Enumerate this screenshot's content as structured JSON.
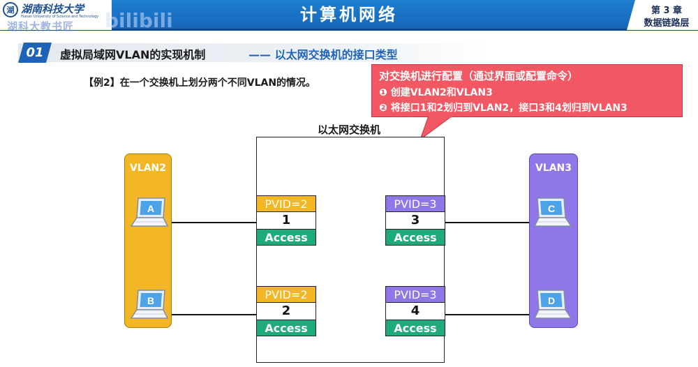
{
  "header": {
    "logo_emblem": "湖",
    "logo_cn": "湖南科技大学",
    "logo_en": "Hunan University of Science and Technology",
    "watermark": "湖科大教书匠",
    "watermark_logo": "bilibili",
    "title": "计算机网络",
    "chapter_num": "第 3 章",
    "chapter_name": "数据链路层"
  },
  "section": {
    "number": "01",
    "title": "虚拟局域网VLAN的实现机制",
    "subtitle": "—— 以太网交换机的接口类型"
  },
  "example": "【例2】在一个交换机上划分两个不同VLAN的情况。",
  "callout": {
    "line1": "对交换机进行配置（通过界面或配置命令）",
    "line2": "❶  创建VLAN2和VLAN3",
    "line3": "❷  将接口1和2划归到VLAN2，接口3和4划归到VLAN3"
  },
  "switch": {
    "label": "以太网交换机",
    "ports": [
      {
        "pvid": "PVID=2",
        "number": "1",
        "mode": "Access"
      },
      {
        "pvid": "PVID=2",
        "number": "2",
        "mode": "Access"
      },
      {
        "pvid": "PVID=3",
        "number": "3",
        "mode": "Access"
      },
      {
        "pvid": "PVID=3",
        "number": "4",
        "mode": "Access"
      }
    ]
  },
  "vlans": {
    "left": {
      "label": "VLAN2",
      "hosts": [
        "A",
        "B"
      ]
    },
    "right": {
      "label": "VLAN3",
      "hosts": [
        "C",
        "D"
      ]
    }
  },
  "colors": {
    "header_blue": "#1f7fd0",
    "vlan2": "#f3b624",
    "vlan3": "#8f77e8",
    "access": "#1eaa7a",
    "callout": "#f25863"
  }
}
